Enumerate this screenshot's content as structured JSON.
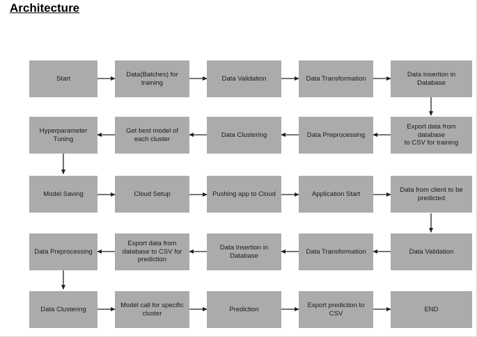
{
  "page": {
    "title": "Architecture",
    "background_color": "#ffffff",
    "node_fill_color": "#ababab",
    "node_text_color": "#1a1a1a",
    "connector_color": "#222222"
  },
  "diagram": {
    "type": "flowchart",
    "flow_direction": "serpentine",
    "rows": [
      {
        "direction": "left-to-right",
        "nodes": [
          {
            "label": "Start"
          },
          {
            "label": "Data(Batches) for\ntraining"
          },
          {
            "label": "Data Validation"
          },
          {
            "label": "Data Transformation"
          },
          {
            "label": "Data Insertion in\nDatabase"
          }
        ]
      },
      {
        "direction": "right-to-left",
        "nodes": [
          {
            "label": "Hyperparameter\nTuning"
          },
          {
            "label": "Get best model of\neach cluster"
          },
          {
            "label": "Data Clustering"
          },
          {
            "label": "Data Preprocessing"
          },
          {
            "label": "Export data from\ndatabase\nto CSV for training"
          }
        ]
      },
      {
        "direction": "left-to-right",
        "nodes": [
          {
            "label": "Model Saving"
          },
          {
            "label": "Cloud Setup"
          },
          {
            "label": "Pushing app to Cloud"
          },
          {
            "label": "Application Start"
          },
          {
            "label": "Data from client to be\npredicted"
          }
        ]
      },
      {
        "direction": "right-to-left",
        "nodes": [
          {
            "label": "Data Preprocessing"
          },
          {
            "label": "Export data from\ndatabase to CSV for\nprediction"
          },
          {
            "label": "Data Insertion in\nDatabase"
          },
          {
            "label": "Data Transformation"
          },
          {
            "label": "Data Validation"
          }
        ]
      },
      {
        "direction": "left-to-right",
        "nodes": [
          {
            "label": "Data Clustering"
          },
          {
            "label": "Model call for specific\ncluster"
          },
          {
            "label": "Prediction"
          },
          {
            "label": "Export prediction  to\nCSV"
          },
          {
            "label": "END"
          }
        ]
      }
    ],
    "vertical_connectors": [
      {
        "from": "Data Insertion in Database",
        "to": "Export data from database to CSV for training",
        "side": "right"
      },
      {
        "from": "Hyperparameter Tuning",
        "to": "Model Saving",
        "side": "left"
      },
      {
        "from": "Data from client to be predicted",
        "to": "Data Validation",
        "side": "right"
      },
      {
        "from": "Data Preprocessing",
        "to": "Data Clustering",
        "side": "left"
      }
    ]
  }
}
